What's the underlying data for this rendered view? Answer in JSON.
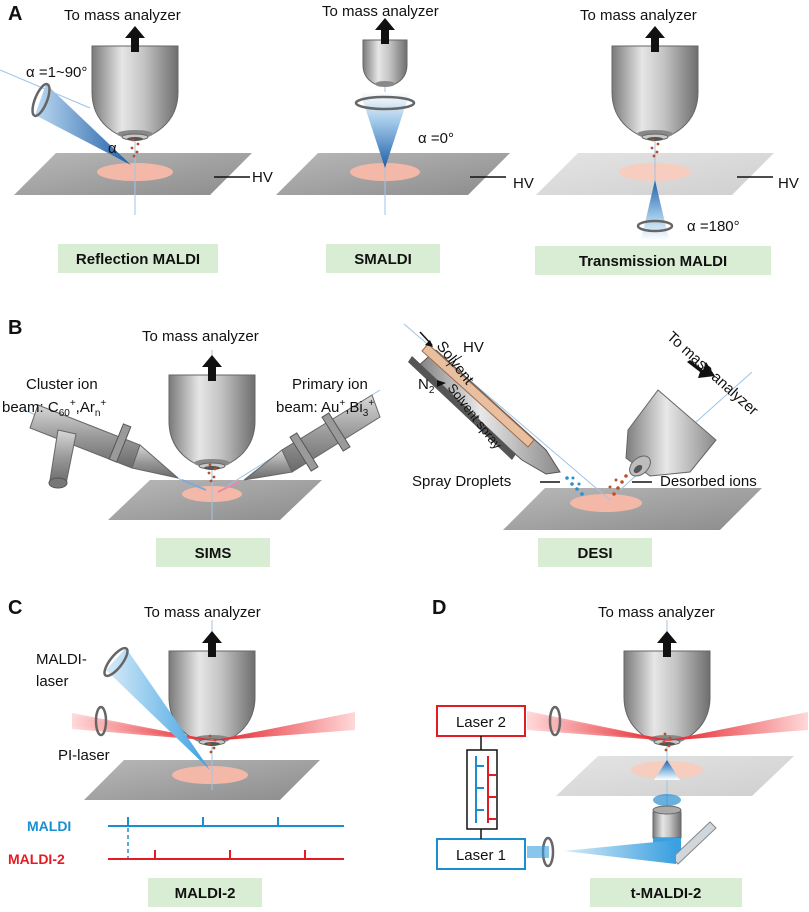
{
  "panels": {
    "A": "A",
    "B": "B",
    "C": "C",
    "D": "D"
  },
  "labels": {
    "to_mass_analyzer": "To mass analyzer",
    "hv": "HV",
    "alpha_reflection": "α =1~90°",
    "alpha_symbol": "α",
    "alpha_smaldi": "α =0°",
    "alpha_transmission": "α =180°",
    "cluster_ion_line1": "Cluster ion",
    "cluster_ion_line2_prefix": "beam: C",
    "cluster_ion_sub60": "60",
    "cluster_ion_mid": ",Ar",
    "cluster_ion_subn": "n",
    "primary_ion_line1": "Primary ion",
    "primary_ion_line2_prefix": "beam: Au",
    "primary_ion_mid": ",Bi",
    "primary_ion_sub3": "3",
    "plus": "+",
    "solvent": "Solvent",
    "n2_prefix": "N",
    "n2_sub": "2",
    "solvent_spray": "Solvent spray",
    "spray_droplets": "Spray Droplets",
    "desorbed_ions": "Desorbed ions",
    "maldi_laser_line1": "MALDI-",
    "maldi_laser_line2": "laser",
    "pi_laser": "PI-laser",
    "maldi": "MALDI",
    "maldi2": "MALDI-2",
    "laser1": "Laser 1",
    "laser2": "Laser 2"
  },
  "captions": {
    "reflection": "Reflection MALDI",
    "smaldi": "SMALDI",
    "transmission": "Transmission MALDI",
    "sims": "SIMS",
    "desi": "DESI",
    "maldi2": "MALDI-2",
    "tmaldi2": "t-MALDI-2"
  },
  "colors": {
    "maldi_blue": "#1a8fd0",
    "maldi2_red": "#e31b23",
    "caption_bg": "#d9ecd4",
    "sample_spot": "#f4b8a8"
  }
}
